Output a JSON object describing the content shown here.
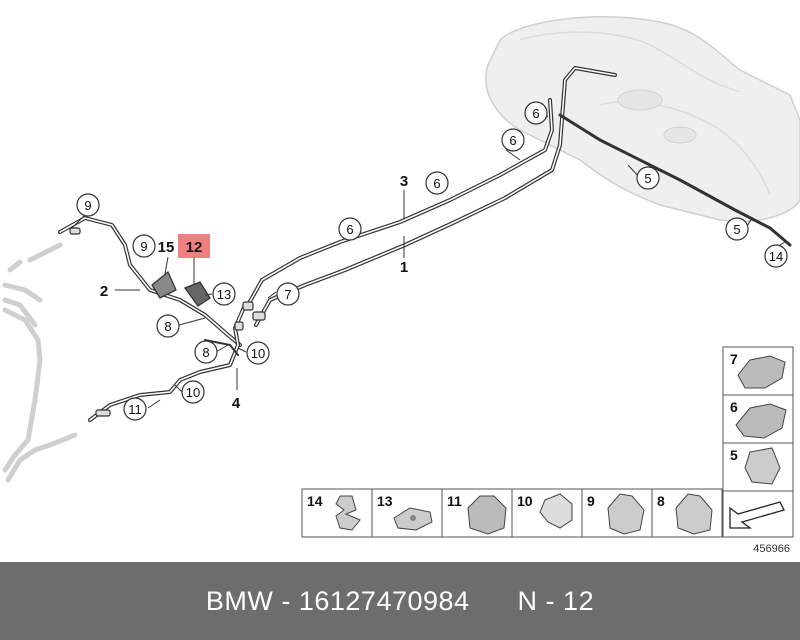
{
  "callouts": {
    "c9a": "9",
    "c9b": "9",
    "c13": "13",
    "c8a": "8",
    "c8b": "8",
    "c10a": "10",
    "c10b": "10",
    "c11": "11",
    "c7": "7",
    "c6a": "6",
    "c6b": "6",
    "c6c": "6",
    "c6d": "6",
    "c5a": "5",
    "c5b": "5",
    "c14": "14"
  },
  "labels": {
    "l2": "2",
    "l15": "15",
    "l12": "12",
    "l3": "3",
    "l1": "1",
    "l4": "4"
  },
  "panel": {
    "bottom": [
      "14",
      "13",
      "11",
      "10",
      "9",
      "8"
    ],
    "side": [
      "7",
      "6",
      "5"
    ]
  },
  "reference_number": "456966",
  "footer": {
    "text": "BMW - 16127470984      N - 12"
  },
  "colors": {
    "highlight": "#f08080",
    "footer_bg": "#6d6d6d"
  }
}
